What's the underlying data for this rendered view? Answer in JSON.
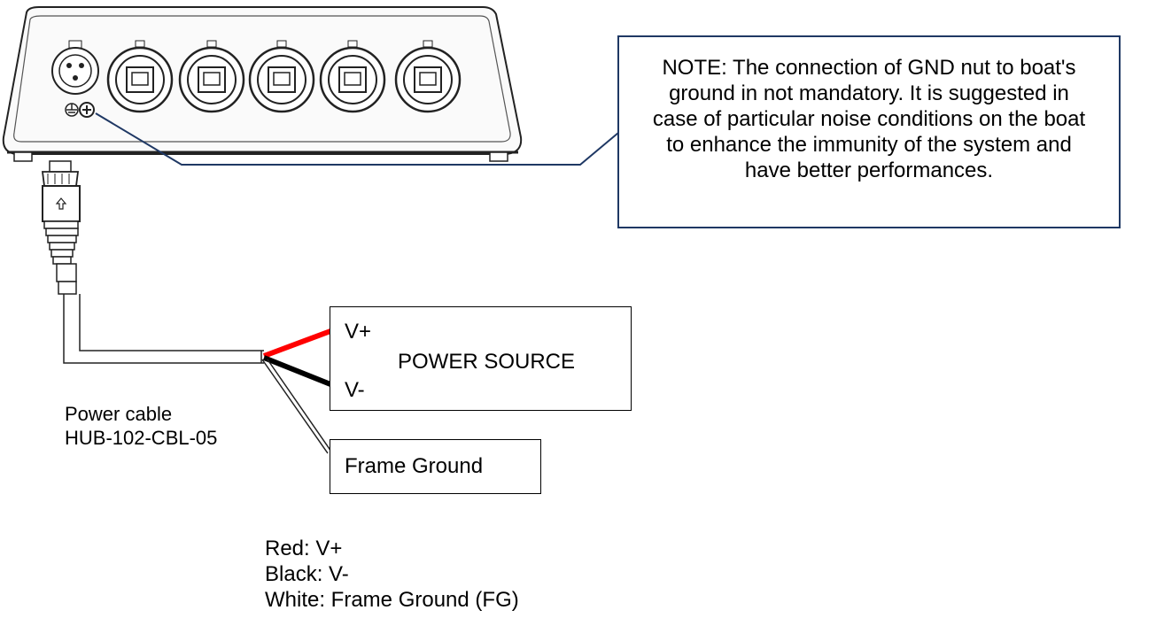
{
  "note": {
    "text": "NOTE: The connection of GND nut to boat's ground in not mandatory. It is suggested in case of particular noise conditions on the boat to enhance the immunity of the system and have better performances."
  },
  "power_source": {
    "vplus_label": "V+",
    "vminus_label": "V-",
    "title": "POWER SOURCE"
  },
  "frame_ground": {
    "label": "Frame Ground"
  },
  "cable": {
    "line1": "Power cable",
    "line2": "HUB-102-CBL-05"
  },
  "legend": {
    "red": "Red: V+",
    "black": "Black: V-",
    "white": "White: Frame Ground (FG)"
  },
  "colors": {
    "note_border": "#1f3864",
    "red_wire": "#ff0000",
    "black_wire": "#000000"
  }
}
